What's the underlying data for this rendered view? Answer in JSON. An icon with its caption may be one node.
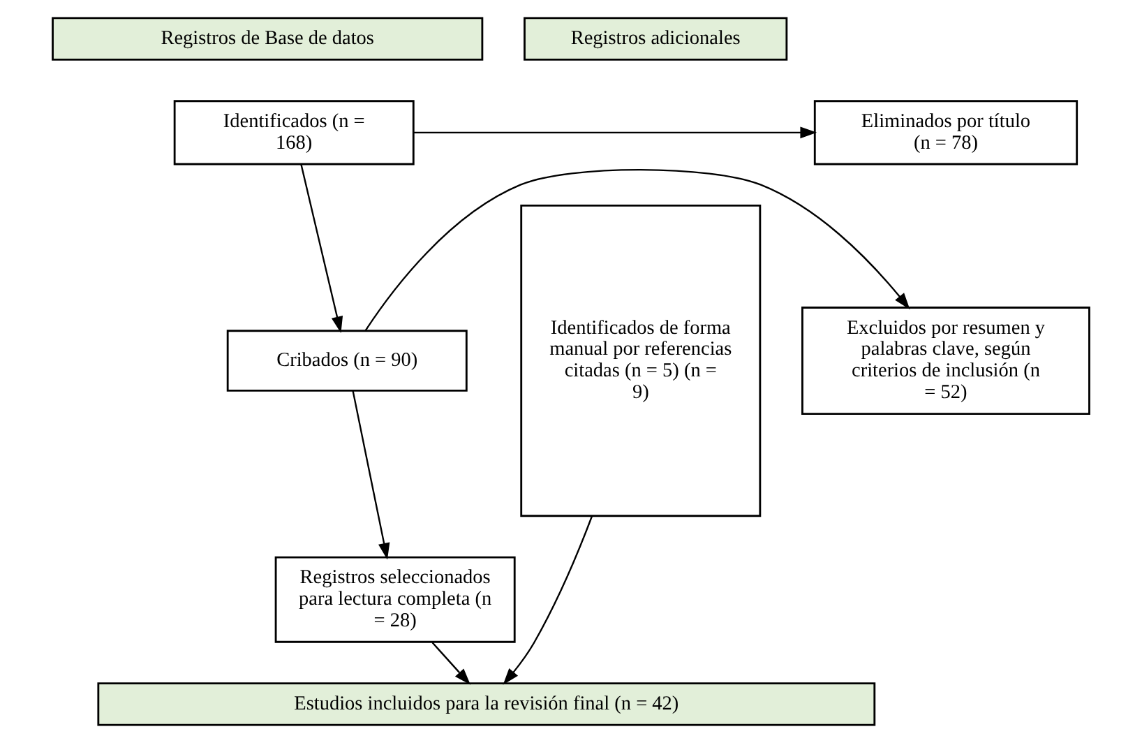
{
  "diagram": {
    "nodes": [
      {
        "text": [
          "Registros de Base de datos"
        ]
      },
      {
        "text": [
          "Registros adicionales"
        ]
      },
      {
        "text": [
          "Identificados (n = 168)"
        ]
      },
      {
        "text": [
          "Eliminados por título (n = 78)"
        ]
      },
      {
        "text": [
          "Cribados (n = 90)"
        ]
      },
      {
        "text": [
          "Excluidos por resumen y palabras clave, según criterios de inclusión (n = 52)"
        ]
      },
      {
        "text": [
          "Registros seleccionados para lectura completa (n = 28)"
        ]
      },
      {
        "text": [
          "Identificados de forma manual por referencias citadas (n = 5) (n = 9)"
        ]
      },
      {
        "text": [
          "Estudios incluidos para la revisión final (n = 42)"
        ]
      }
    ],
    "edges": [
      {
        "from": 2,
        "to": 3,
        "arrow": "to"
      },
      {
        "from": 2,
        "to": 4,
        "arrow": "to"
      },
      {
        "from": 4,
        "to": 5,
        "arrow": "to"
      },
      {
        "from": 4,
        "to": 6,
        "arrow": "to"
      },
      {
        "from": 6,
        "to": 8,
        "arrow": "to"
      },
      {
        "from": 7,
        "to": 8,
        "arrow": "to"
      }
    ]
  }
}
